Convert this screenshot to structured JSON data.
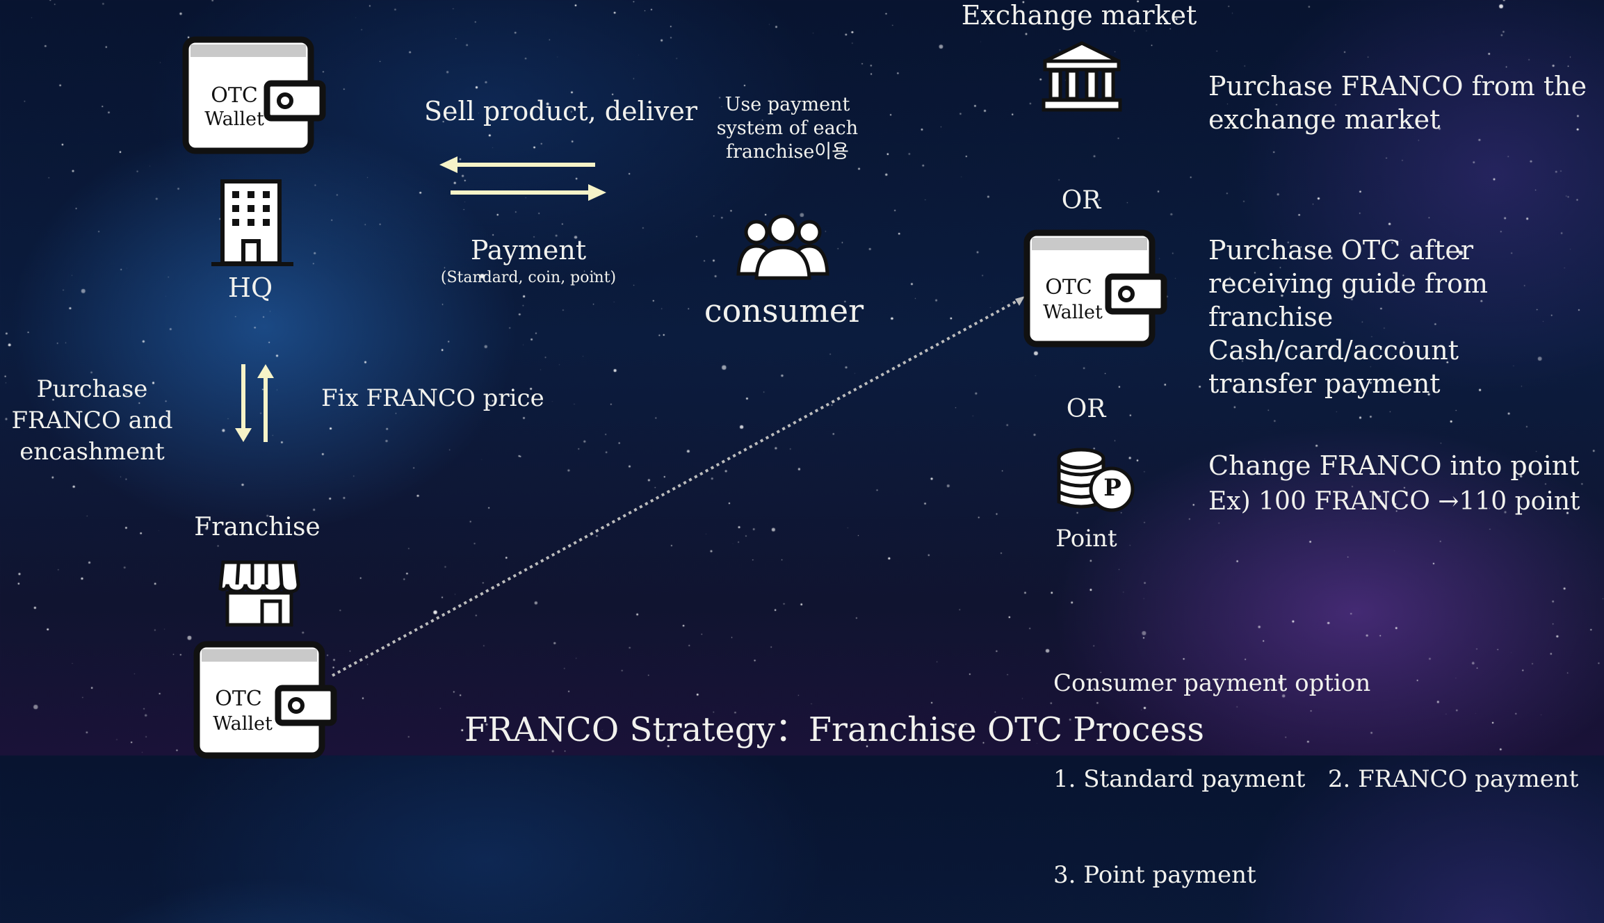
{
  "title": "FRANCO Strategy：Franchise OTC Process",
  "hq": {
    "wallet": {
      "line1": "OTC",
      "line2": "Wallet"
    },
    "label": "HQ"
  },
  "franchise": {
    "label": "Franchise",
    "wallet": {
      "line1": "OTC",
      "line2": "Wallet"
    }
  },
  "left_side": {
    "purchase_lines": [
      "Purchase",
      "FRANCO and",
      "encashment"
    ],
    "fix_price": "Fix FRANCO price"
  },
  "flow": {
    "sell": "Sell product, deliver",
    "payment": "Payment",
    "payment_sub": "(Standard, coin, point)",
    "use_payment_lines": [
      "Use payment",
      "system of each",
      "franchise이용"
    ]
  },
  "consumer": {
    "label": "consumer"
  },
  "right_side": {
    "exchange_market": "Exchange market",
    "exchange_desc": [
      "Purchase FRANCO from the",
      "exchange market"
    ],
    "or1": "OR",
    "wallet": {
      "line1": "OTC",
      "line2": "Wallet"
    },
    "otc_desc": [
      "Purchase OTC after",
      "receiving guide from",
      "franchise",
      "Cash/card/account",
      "transfer payment"
    ],
    "or2": "OR",
    "point_label": "Point",
    "point_badge": "P",
    "point_desc": [
      "Change FRANCO into point",
      "Ex) 100 FRANCO →110 point"
    ],
    "options_title": "Consumer payment option",
    "options_line1": "1. Standard payment   2. FRANCO payment",
    "options_line2": "3. Point payment"
  },
  "colors": {
    "arrow": "#f6f3c8",
    "icon_fill": "#ffffff",
    "icon_stroke": "#111111",
    "text": "#f2f2ee"
  }
}
